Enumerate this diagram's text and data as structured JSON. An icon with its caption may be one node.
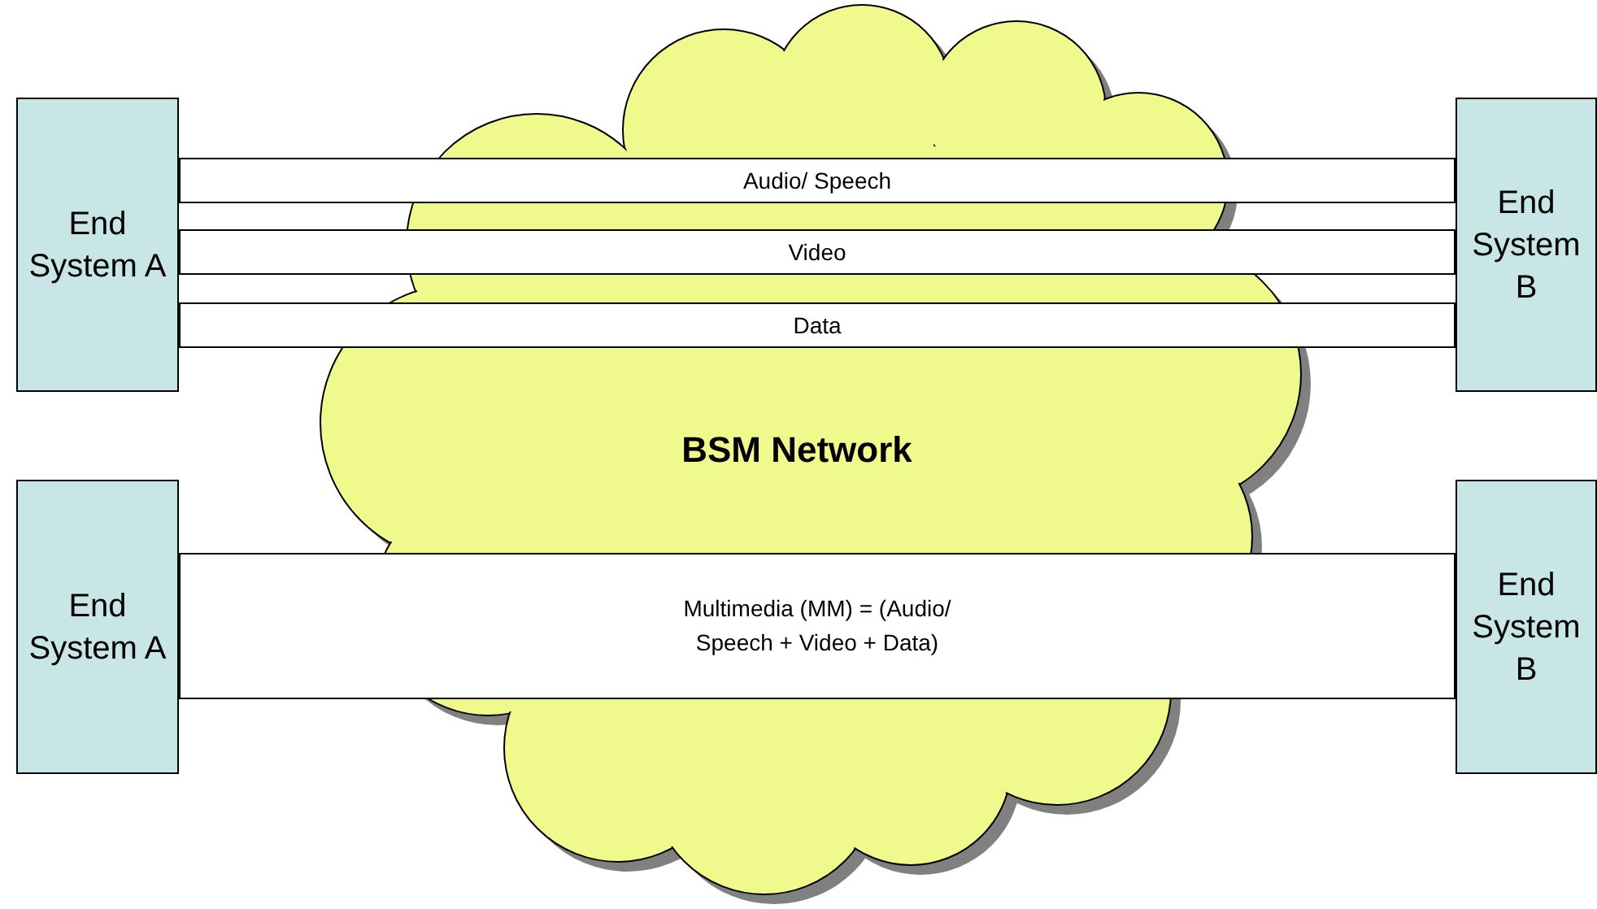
{
  "diagram": {
    "nodes": [
      {
        "text": [
          "BSM Network"
        ]
      },
      {
        "text": [
          "End System A"
        ]
      },
      {
        "text": [
          "End System B"
        ]
      },
      {
        "text": [
          "Audio/ Speech"
        ]
      },
      {
        "text": [
          "Video"
        ]
      },
      {
        "text": [
          "Data"
        ]
      },
      {
        "text": [
          "End System A"
        ]
      },
      {
        "text": [
          "End System B"
        ]
      },
      {
        "text": [
          "Multimedia (MM) = (Audio/ Speech + Video + Data)"
        ]
      }
    ]
  }
}
